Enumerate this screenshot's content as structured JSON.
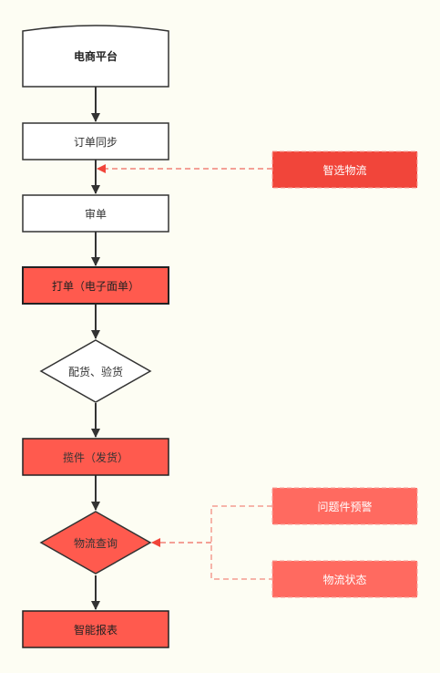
{
  "nodes": {
    "platform": "电商平台",
    "order_sync": "订单同步",
    "review": "审单",
    "print": "打单（电子面单）",
    "pick_check": "配货、验货",
    "pickup": "揽件（发货）",
    "tracking": "物流查询",
    "report": "智能报表"
  },
  "side_nodes": {
    "smart_logistics": "智选物流",
    "issue_alert": "问题件预警",
    "logistics_status": "物流状态"
  },
  "colors": {
    "background": "#FDFDF3",
    "accent_red": "#F1453A",
    "node_red": "#FF5A4E",
    "side_red": "#FF6A60",
    "stroke": "#333333",
    "dashed_connector": "#F06A5F"
  }
}
